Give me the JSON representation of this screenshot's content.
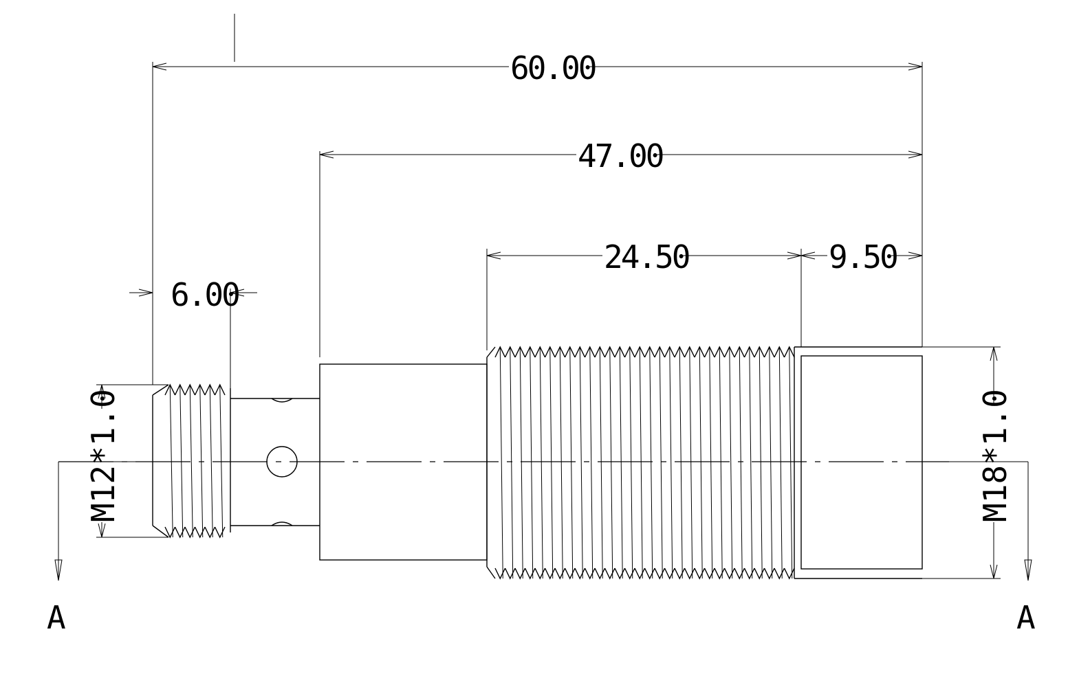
{
  "dimensions": {
    "overall_length": "60.00",
    "body_length": "47.00",
    "thread_length": "24.50",
    "nut_length": "9.50",
    "small_thread_length": "6.00"
  },
  "threads": {
    "small": "M12*1.0",
    "large": "M18*1.0"
  },
  "section": {
    "left_label": "A",
    "right_label": "A"
  },
  "colors": {
    "line": "#000000",
    "background": "#ffffff"
  }
}
